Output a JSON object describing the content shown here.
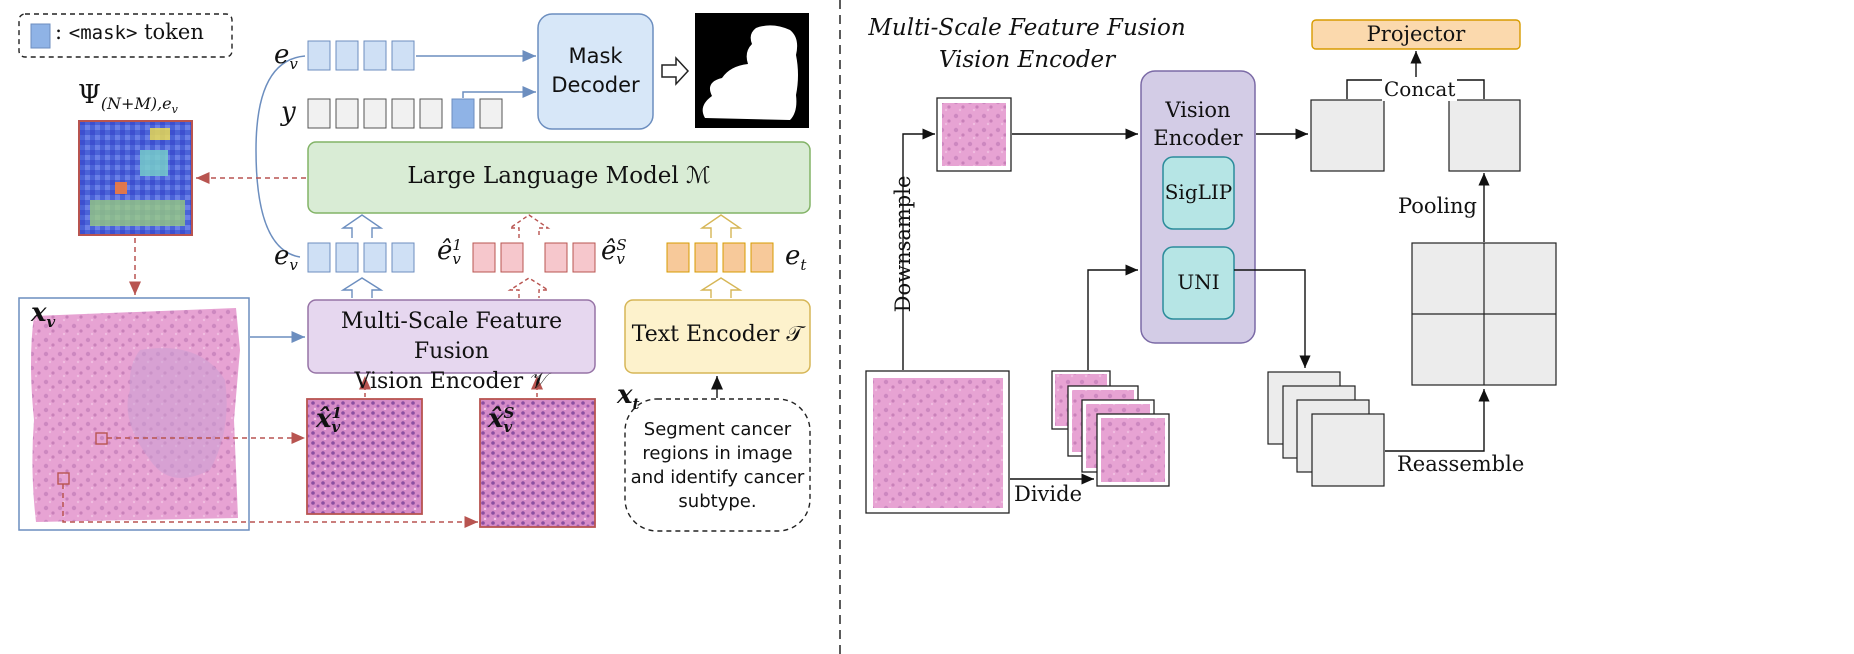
{
  "legend": {
    "prefix": ":",
    "code": "<mask>",
    "suffix": "token"
  },
  "left": {
    "mask_decoder": [
      "Mask",
      "Decoder"
    ],
    "llm": "Large Language Model ℳ",
    "vision_encoder": [
      "Multi-Scale Feature Fusion",
      "Vision Encoder 𝒱"
    ],
    "text_encoder": "Text Encoder 𝒯",
    "prompt": [
      "Segment cancer",
      "regions in image",
      "and identify cancer",
      "subtype."
    ],
    "sym_ev": "e",
    "sym_ev_sub": "v",
    "sym_y": "y",
    "sym_et": "e",
    "sym_et_sub": "t",
    "sym_e1": "ê",
    "sym_e1_sub": "v",
    "sym_e1_sup": "1",
    "sym_eS": "ê",
    "sym_eS_sub": "v",
    "sym_eS_sup": "S",
    "sym_xv": "x",
    "sym_xv_sub": "v",
    "sym_xt": "x",
    "sym_xt_sub": "t",
    "sym_x1": "x̂",
    "sym_x1_sub": "v",
    "sym_x1_sup": "1",
    "sym_xS": "x̂",
    "sym_xS_sub": "v",
    "sym_xS_sup": "S",
    "psi": "Ψ",
    "psi_sub": "(N+M),e",
    "psi_sub2": "v"
  },
  "right": {
    "title": [
      "Multi-Scale Feature Fusion",
      "Vision Encoder"
    ],
    "vision_encoder": [
      "Vision",
      "Encoder"
    ],
    "siglip": "SigLIP",
    "uni": "UNI",
    "projector": "Projector",
    "concat": "Concat",
    "pooling": "Pooling",
    "reassemble": "Reassemble",
    "downsample": "Downsample",
    "divide": "Divide"
  },
  "colors": {
    "blue_token": "#cfe0f5",
    "mask_token": "#8fb3e6",
    "red_token": "#f6c7cc",
    "orange_token": "#f7c99a",
    "llm_fill": "#d9ecd5",
    "ve_fill": "#e6d7ef",
    "te_fill": "#fdf2cc",
    "md_fill": "#d7e7f8",
    "proj_fill": "#fbd9ad",
    "right_ve_fill": "#d3cce6",
    "inner_fill": "#b6e5e5",
    "arrow_blue": "#6c8ebf",
    "arrow_red": "#b85450",
    "tissue": "#d98fc4"
  }
}
